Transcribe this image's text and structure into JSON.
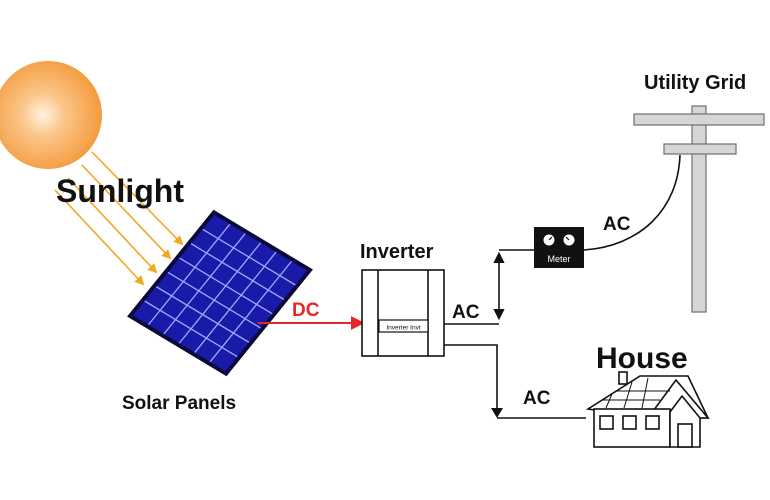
{
  "labels": {
    "sunlight": "Sunlight",
    "solar_panels": "Solar Panels",
    "dc": "DC",
    "inverter": "Inverter",
    "inverter_plate": "Inverter Invt",
    "ac_grid_branch": "AC",
    "ac_house_branch": "AC",
    "ac_grid_line": "AC",
    "meter": "Meter",
    "utility_grid": "Utility Grid",
    "house": "House"
  },
  "colors": {
    "sun": "#f7a54a",
    "sun_glow": "#fde3c2",
    "rays": "#f5a623",
    "panel_cells": "#1a1aa8",
    "panel_frame": "#0a0a3a",
    "dc_line": "#e8262a",
    "wire": "#111111",
    "pole": "#d6d6d6"
  }
}
